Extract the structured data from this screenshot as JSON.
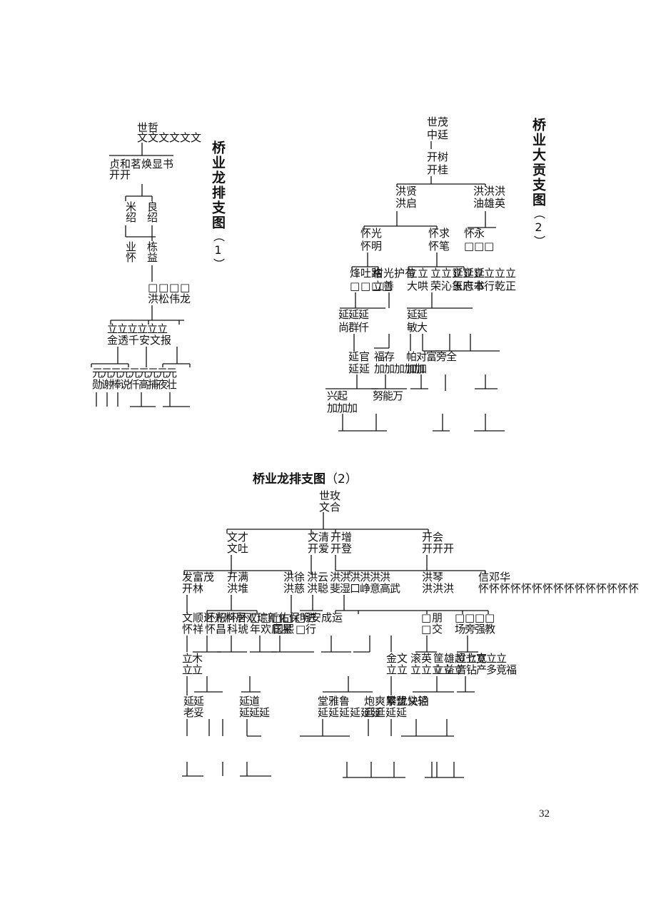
{
  "titles": {
    "chart1_title": "桥业龙排支图",
    "chart1_number": "（1）",
    "chart2_title": "桥业大贡支图",
    "chart2_number": "（2）",
    "chart3_title": "桥业龙排支图",
    "chart3_number": "（2）"
  },
  "page_number": "32",
  "chart_data": [
    {
      "type": "tree",
      "name": "chart1",
      "nodes": [
        [
          "世",
          "哲"
        ],
        [
          "文",
          "文",
          "文",
          "文",
          "文",
          "文"
        ],
        [
          "贞",
          "和",
          "茗",
          "焕",
          "显",
          "书"
        ],
        [
          "开",
          "开"
        ],
        [
          "米",
          "良"
        ],
        [
          "绍",
          "绍"
        ],
        [
          "业",
          "栋"
        ],
        [
          "怀",
          "益"
        ],
        [
          "□",
          "□",
          "□",
          "□"
        ],
        [
          "洪",
          "松",
          "伟",
          "龙"
        ],
        [
          "立",
          "立",
          "立",
          "立",
          "立",
          "立"
        ],
        [
          "金",
          "透",
          "千",
          "安",
          "文",
          "报"
        ],
        [
          "元",
          "元",
          "元",
          "元",
          "元",
          "元",
          "元",
          "元",
          "元"
        ],
        [
          "勋",
          "谢",
          "棒",
          "说",
          "仟",
          "高",
          "捕",
          "夜",
          "壮"
        ]
      ]
    },
    {
      "type": "tree",
      "name": "chart2",
      "nodes": [
        [
          "世",
          "茂"
        ],
        [
          "中",
          "廷"
        ],
        [
          "开",
          "树"
        ],
        [
          "开",
          "桂"
        ],
        [
          "洪",
          "贤"
        ],
        [
          "洪",
          "启"
        ],
        [
          "洪",
          "洪",
          "洪"
        ],
        [
          "油",
          "雄",
          "英"
        ],
        [
          "怀",
          "光"
        ],
        [
          "怀",
          "明"
        ],
        [
          "怀",
          "求"
        ],
        [
          "怀",
          "笔"
        ],
        [
          "怀",
          "永"
        ],
        [
          "□",
          "□",
          "□"
        ],
        [
          "烽",
          "吐",
          "路"
        ],
        [
          "□",
          "□",
          "□",
          "□"
        ],
        [
          "柑",
          "光",
          "护",
          "有"
        ],
        [
          "立",
          "善"
        ],
        [
          "立",
          "立"
        ],
        [
          "大",
          "哄"
        ],
        [
          "立",
          "立",
          "立",
          "立",
          "立",
          "立",
          "立",
          "立"
        ],
        [
          "荣",
          "沁",
          "象",
          "府",
          "书",
          "行",
          "乾",
          "正"
        ],
        [
          "延",
          "延",
          "延"
        ],
        [
          "玉",
          "志",
          "本"
        ],
        [
          "延",
          "延",
          "延"
        ],
        [
          "尚",
          "群",
          "仟"
        ],
        [
          "延",
          "延"
        ],
        [
          "敏",
          "大"
        ],
        [
          "延",
          "官"
        ],
        [
          "延",
          "延"
        ],
        [
          "福",
          "存"
        ],
        [
          "加",
          "加",
          "加",
          "加",
          "加"
        ],
        [
          "帕",
          "对",
          "富",
          "旁",
          "全"
        ],
        [
          "加",
          "加"
        ],
        [
          "兴",
          "起"
        ],
        [
          "加",
          "加",
          "加"
        ],
        [
          "努",
          "能",
          "万"
        ]
      ]
    },
    {
      "type": "tree",
      "name": "chart3",
      "nodes": [
        [
          "世",
          "玫"
        ],
        [
          "文",
          "合"
        ],
        [
          "文",
          "才"
        ],
        [
          "文",
          "吐"
        ],
        [
          "文",
          "清"
        ],
        [
          "开",
          "爱"
        ],
        [
          "开",
          "增"
        ],
        [
          "开",
          "登"
        ],
        [
          "开",
          "会"
        ],
        [
          "开",
          "开",
          "开"
        ],
        [
          "发",
          "富",
          "茂"
        ],
        [
          "开",
          "林"
        ],
        [
          "开",
          "满"
        ],
        [
          "洪",
          "堆"
        ],
        [
          "洪",
          "徐"
        ],
        [
          "洪",
          "慈"
        ],
        [
          "洪",
          "云"
        ],
        [
          "洪",
          "聪"
        ],
        [
          "洪",
          "洪",
          "洪",
          "洪",
          "洪",
          "洪"
        ],
        [
          "斐",
          "湿",
          "口",
          "峥",
          "意",
          "高",
          "武"
        ],
        [
          "洪",
          "琴"
        ],
        [
          "洪",
          "洪",
          "洪"
        ],
        [
          "信",
          "邓",
          "华"
        ],
        [
          "怀",
          "怀",
          "怀",
          "怀",
          "怀",
          "怀",
          "怀",
          "怀",
          "怀",
          "怀",
          "怀",
          "怀",
          "怀",
          "怀",
          "怀"
        ],
        [
          "文",
          "顺",
          "近",
          "光",
          "料",
          "居",
          "双",
          "琮",
          "新",
          "佑",
          "保",
          "明",
          "安",
          "成",
          "运"
        ],
        [
          "怀",
          "祥"
        ],
        [
          "怀",
          "枳"
        ],
        [
          "怀",
          "昌"
        ],
        [
          "怀",
          "怀"
        ],
        [
          "科",
          "琥"
        ],
        [
          "□",
          "□",
          "□",
          "□"
        ],
        [
          "年",
          "欢",
          "庇",
          "星"
        ],
        [
          "□",
          "□"
        ],
        [
          "国",
          "熙"
        ],
        [
          "□",
          "进"
        ],
        [
          "□",
          "行"
        ],
        [
          "□",
          "朋"
        ],
        [
          "□",
          "交"
        ],
        [
          "□",
          "□",
          "□",
          "□"
        ],
        [
          "场",
          "旁",
          "强",
          "教"
        ],
        [
          "立",
          "木"
        ],
        [
          "立",
          "立"
        ],
        [
          "金",
          "文"
        ],
        [
          "立",
          "立"
        ],
        [
          "滚",
          "英"
        ],
        [
          "立",
          "立",
          "立",
          "立",
          "立"
        ],
        [
          "筐",
          "雄",
          "超",
          "七",
          "宽"
        ],
        [
          "立",
          "益"
        ],
        [
          "立",
          "立",
          "立",
          "立",
          "立"
        ],
        [
          "音",
          "钻",
          "产",
          "多",
          "竞",
          "福"
        ],
        [
          "延",
          "延"
        ],
        [
          "老",
          "妥"
        ],
        [
          "延",
          "道"
        ],
        [
          "延",
          "延",
          "延"
        ],
        [
          "堂",
          "雅",
          "鲁"
        ],
        [
          "延",
          "延",
          "延",
          "延",
          "延",
          "延"
        ],
        [
          "炮",
          "爽",
          "累",
          "盟",
          "义",
          "轻"
        ],
        [
          "延",
          "延",
          "延",
          "延"
        ],
        [
          "攀",
          "优",
          "快",
          "泊"
        ]
      ]
    }
  ]
}
